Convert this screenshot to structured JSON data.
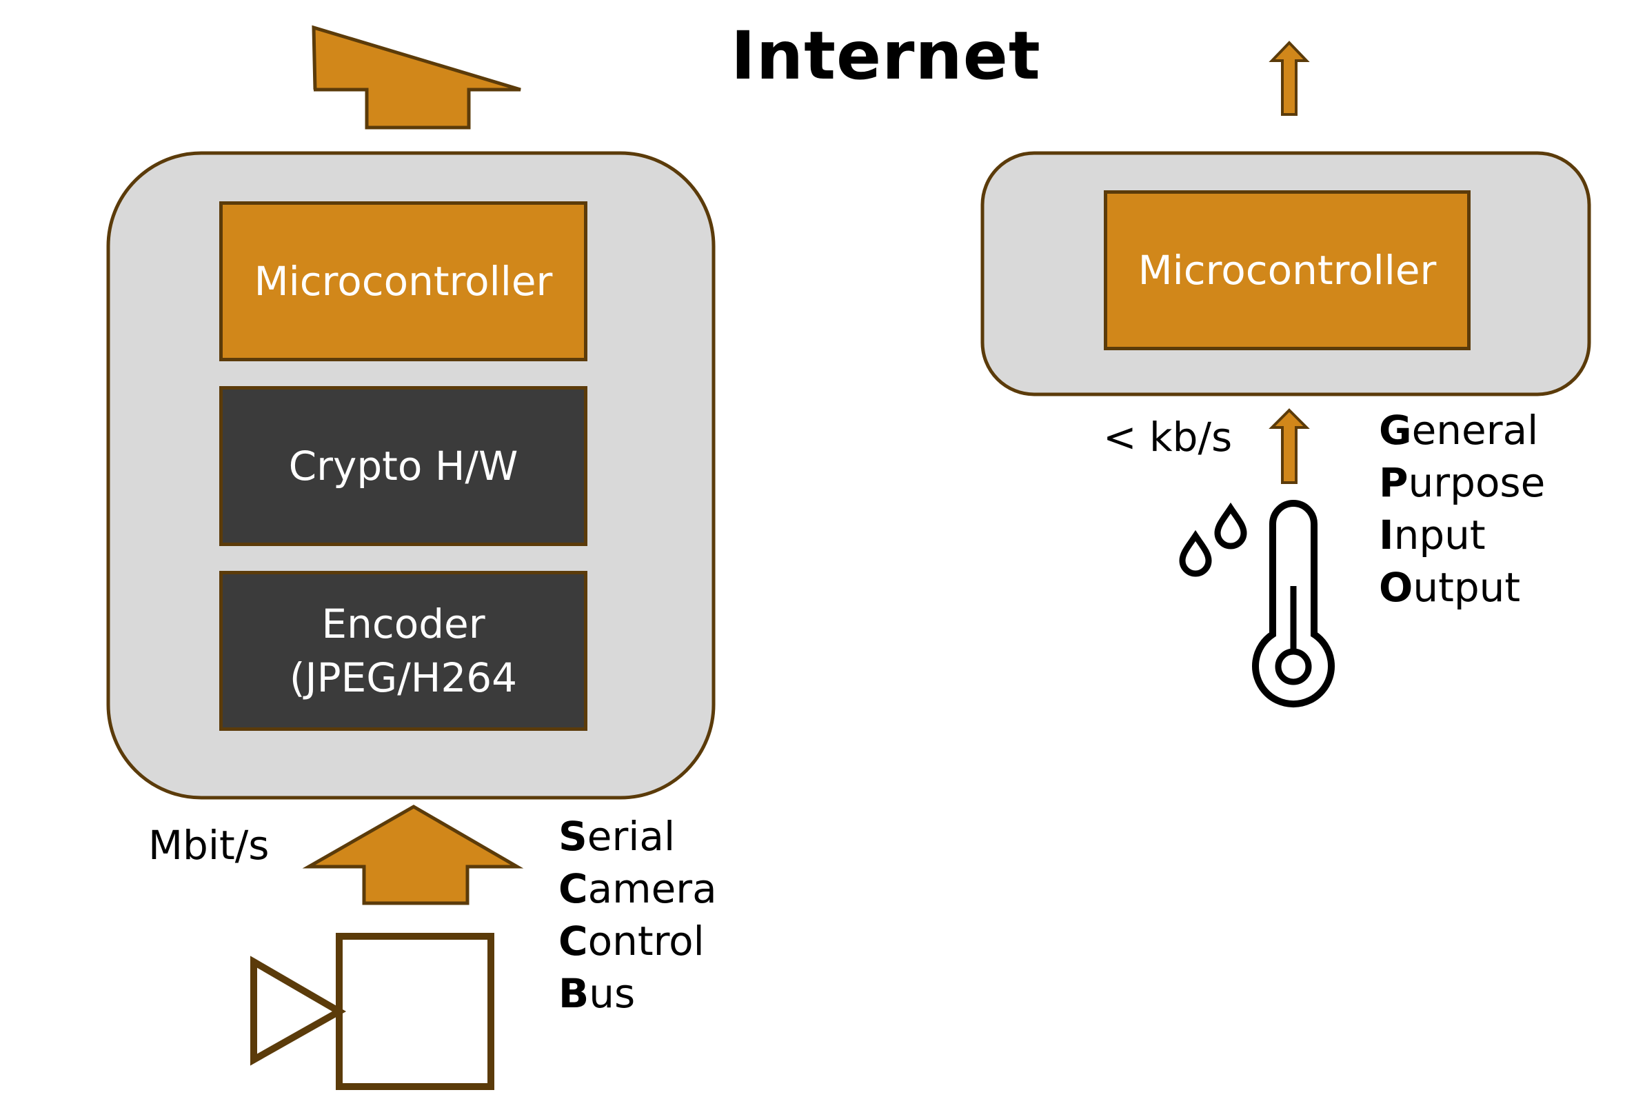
{
  "title": "Internet",
  "left_device": {
    "microcontroller": "Microcontroller",
    "crypto": "Crypto H/W",
    "encoder": {
      "line1": "Encoder",
      "line2": "(JPEG/H264"
    },
    "rate": "Mbit/s",
    "bus_words": [
      {
        "initial": "S",
        "rest": "erial"
      },
      {
        "initial": "C",
        "rest": "amera"
      },
      {
        "initial": "C",
        "rest": "ontrol"
      },
      {
        "initial": "B",
        "rest": "us"
      }
    ]
  },
  "right_device": {
    "microcontroller": "Microcontroller",
    "rate": "< kb/s",
    "io_words": [
      {
        "initial": "G",
        "rest": "eneral"
      },
      {
        "initial": "P",
        "rest": "urpose"
      },
      {
        "initial": "I",
        "rest": "nput"
      },
      {
        "initial": "O",
        "rest": "utput"
      }
    ]
  },
  "icons": [
    "camera-icon",
    "water-drops-icon",
    "thermometer-icon"
  ],
  "colors": {
    "orange": "#d1871a",
    "dark": "#3b3b3b",
    "outline": "#5b3b0a",
    "device_bg": "#d9d9d9"
  }
}
